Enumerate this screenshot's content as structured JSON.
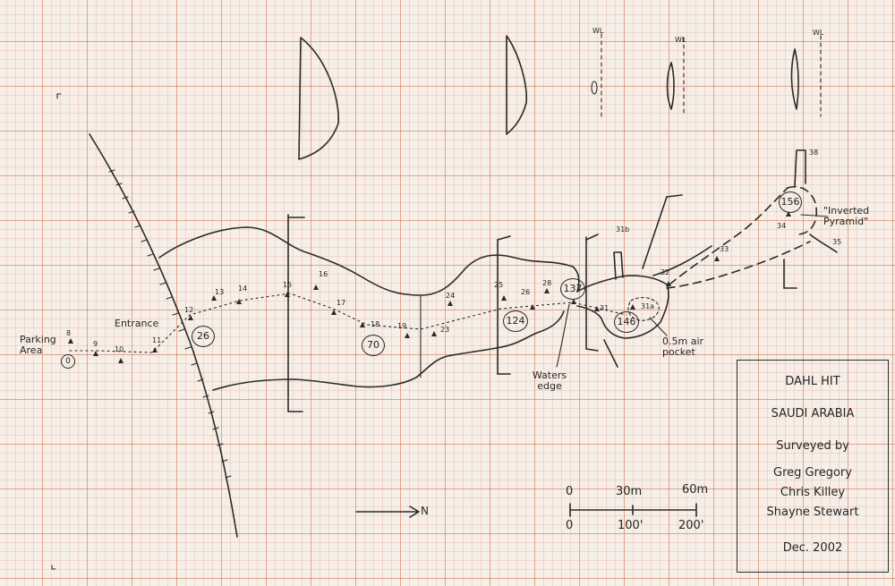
{
  "title_block": {
    "name": "DAHL HIT",
    "location": "SAUDI ARABIA",
    "surveyed_by_label": "Surveyed by",
    "surveyors": [
      "Greg Gregory",
      "Chris Killey",
      "Shayne Stewart"
    ],
    "date": "Dec. 2002"
  },
  "labels": {
    "parking": "Parking Area",
    "entrance": "Entrance",
    "waters_edge": "Waters edge",
    "air_pocket": "0.5m air pocket",
    "inverted_pyramid": "\"Inverted Pyramid\"",
    "north": "N",
    "wl": "WL"
  },
  "scale": {
    "metric": [
      "0",
      "30m",
      "60m"
    ],
    "imperial": [
      "0",
      "100'",
      "200'"
    ]
  },
  "depths": [
    "0",
    "26",
    "70",
    "124",
    "137",
    "146",
    "156"
  ],
  "stations": [
    "8",
    "9",
    "10",
    "11",
    "12",
    "13",
    "14",
    "15",
    "16",
    "17",
    "18",
    "19",
    "23",
    "24",
    "25",
    "26",
    "28",
    "31",
    "31a",
    "31b",
    "32",
    "33",
    "34",
    "35",
    "38"
  ]
}
